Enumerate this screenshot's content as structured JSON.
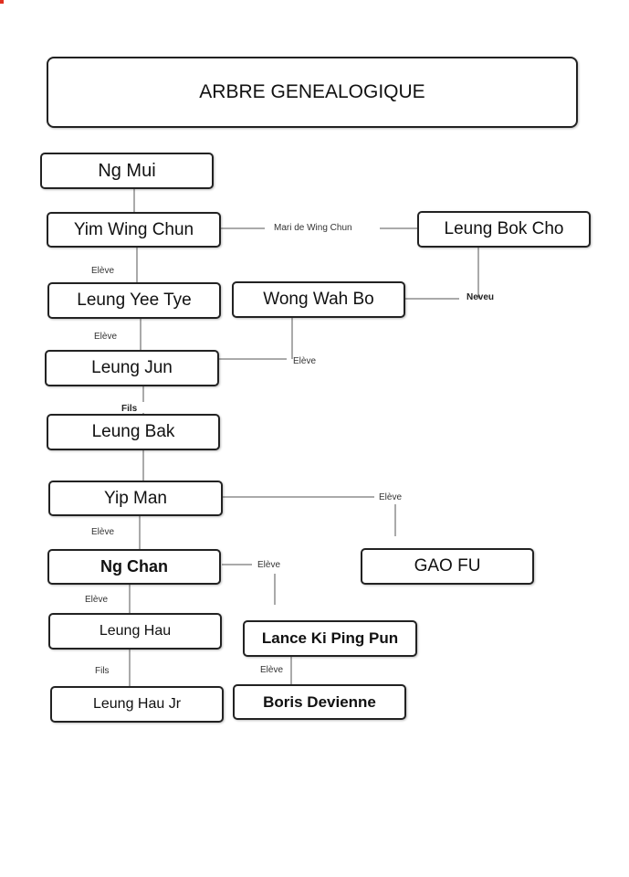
{
  "title": "ARBRE GENEALOGIQUE",
  "people": {
    "ng_mui": "Ng Mui",
    "yim_wing_chun": "Yim Wing Chun",
    "leung_bok_cho": "Leung Bok Cho",
    "leung_yee_tye": "Leung Yee Tye",
    "wong_wah_bo": "Wong Wah Bo",
    "leung_jun": "Leung Jun",
    "leung_bak": "Leung Bak",
    "yip_man": "Yip Man",
    "ng_chan": "Ng Chan",
    "gao_fu": "GAO FU",
    "leung_hau": "Leung Hau",
    "lance_ki_ping_pun": "Lance Ki Ping Pun",
    "leung_hau_jr": "Leung Hau Jr",
    "boris_devienne": "Boris Devienne"
  },
  "relations": {
    "mari": "Mari de Wing Chun",
    "neveu": "Neveu",
    "eleve": "Elève",
    "fils": "Fils"
  }
}
